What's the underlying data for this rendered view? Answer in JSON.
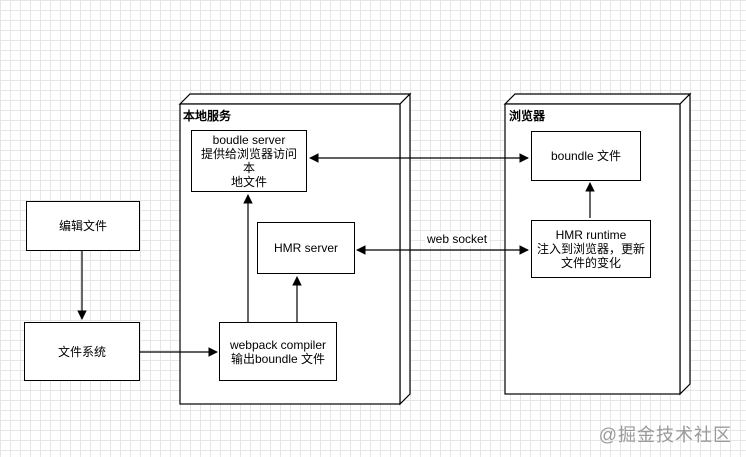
{
  "diagram": {
    "containers": {
      "local": {
        "title": "本地服务"
      },
      "browser": {
        "title": "浏览器"
      }
    },
    "nodes": {
      "edit_file": "编辑文件",
      "file_system": "文件系统",
      "boudle_server": "boudle server\n提供给浏览器访问本\n地文件",
      "hmr_server": "HMR server",
      "webpack_compiler": "webpack compiler\n输出boundle 文件",
      "boundle_file": "boundle 文件",
      "hmr_runtime": "HMR runtime\n注入到浏览器，更新\n文件的变化"
    },
    "edges": {
      "web_socket_label": "web socket"
    }
  },
  "watermark": "@掘金技术社区"
}
